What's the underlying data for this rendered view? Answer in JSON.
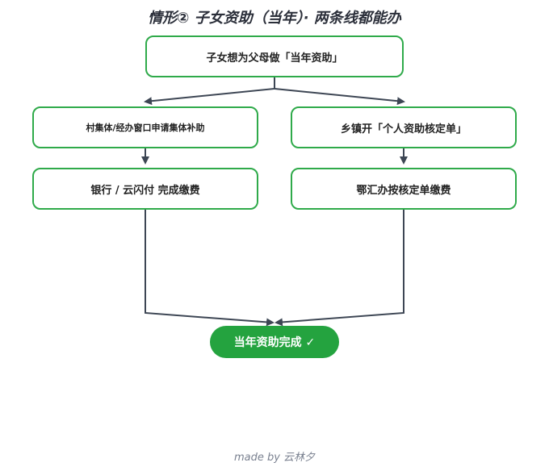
{
  "title": "情形② 子女资助（当年）· 两条线都能办",
  "nodes": {
    "start": "子女想为父母做「当年资助」",
    "left_top": "村集体/经办窗口申请集体补助",
    "right_top": "乡镇开「个人资助核定单」",
    "left_bottom": "银行 / 云闪付 完成缴费",
    "right_bottom": "鄂汇办按核定单缴费",
    "end": "当年资助完成 ✓"
  },
  "footer": "made by 云林夕",
  "colors": {
    "node_border": "#2faa4a",
    "end_fill": "#24a33f",
    "edge": "#3d4654"
  }
}
